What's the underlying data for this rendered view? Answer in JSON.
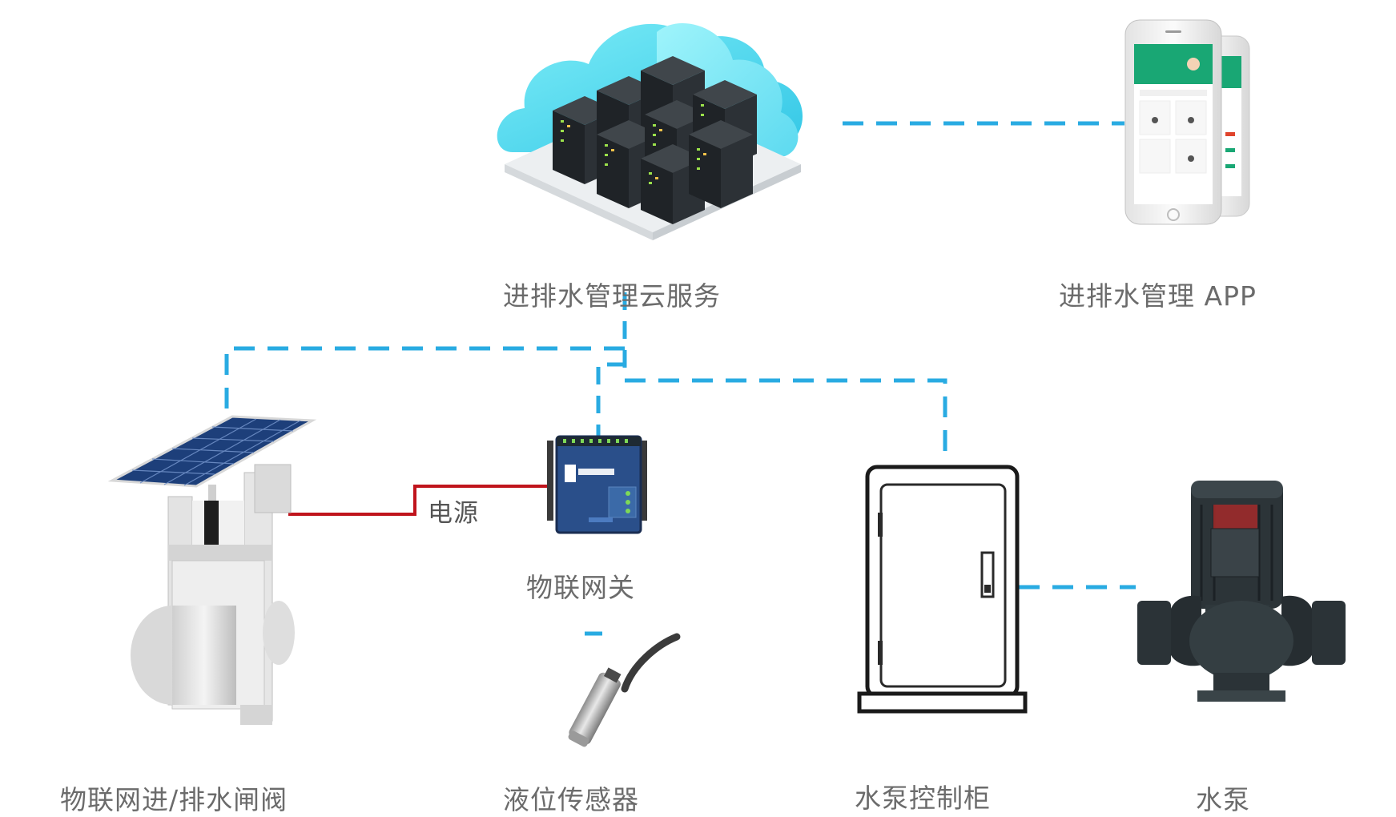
{
  "colors": {
    "link_blue": "#29abe2",
    "power_red": "#c0141c",
    "label_gray": "#6b6b6b",
    "cloud_cyan": "#62e6f2",
    "server_dark": "#2b2f33"
  },
  "nodes": {
    "cloud_service": {
      "label": "进排水管理云服务",
      "icon": "cloud-server-icon"
    },
    "app": {
      "label": "进排水管理 APP",
      "icon": "smartphone-icon"
    },
    "valve": {
      "label": "物联网进/排水闸阀",
      "icon": "solar-gate-valve-icon"
    },
    "gateway": {
      "label": "物联网关",
      "icon": "iot-gateway-icon"
    },
    "sensor": {
      "label": "液位传感器",
      "icon": "level-sensor-icon"
    },
    "control_cabinet": {
      "label": "水泵控制柜",
      "icon": "control-cabinet-icon"
    },
    "pump": {
      "label": "水泵",
      "icon": "water-pump-icon"
    }
  },
  "links": {
    "power_label": "电源"
  }
}
